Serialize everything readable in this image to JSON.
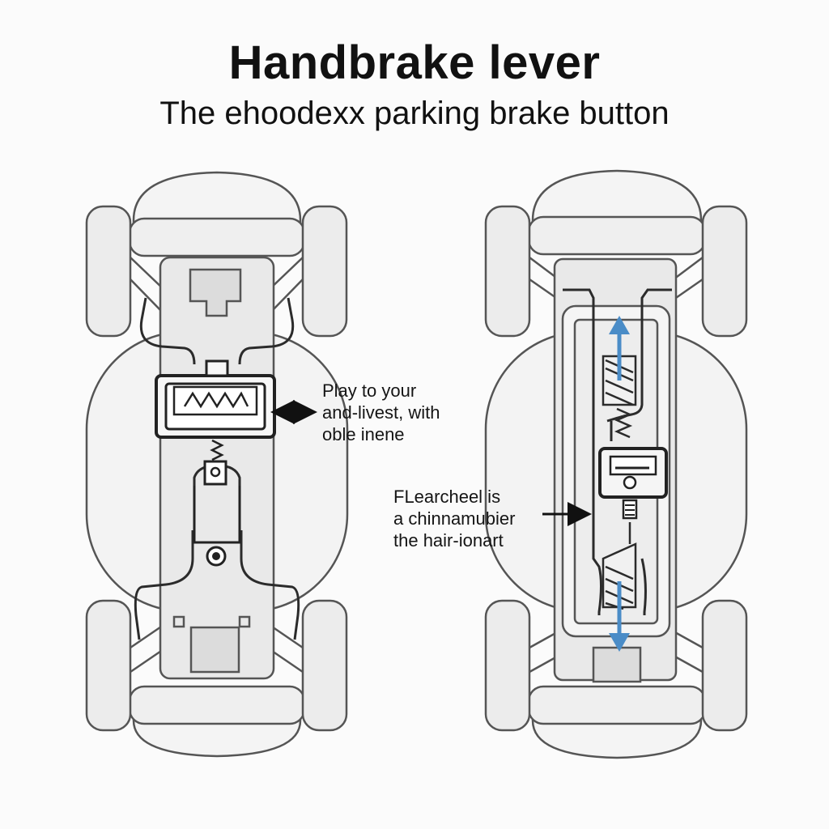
{
  "title": "Handbrake lever",
  "subtitle": "The ehoodexx parking brake button",
  "left_annotation": {
    "lines": [
      "Play to your",
      "and-livest, with",
      "oble inene"
    ]
  },
  "right_annotation": {
    "lines": [
      "FLearcheel is",
      "a chinnamubier",
      "the hair-ionart"
    ]
  },
  "colors": {
    "outline": "#2b2b2b",
    "body_fill": "#f1f1f1",
    "wheel_fill": "#ececec",
    "arrow_blue": "#4a8cc7"
  }
}
